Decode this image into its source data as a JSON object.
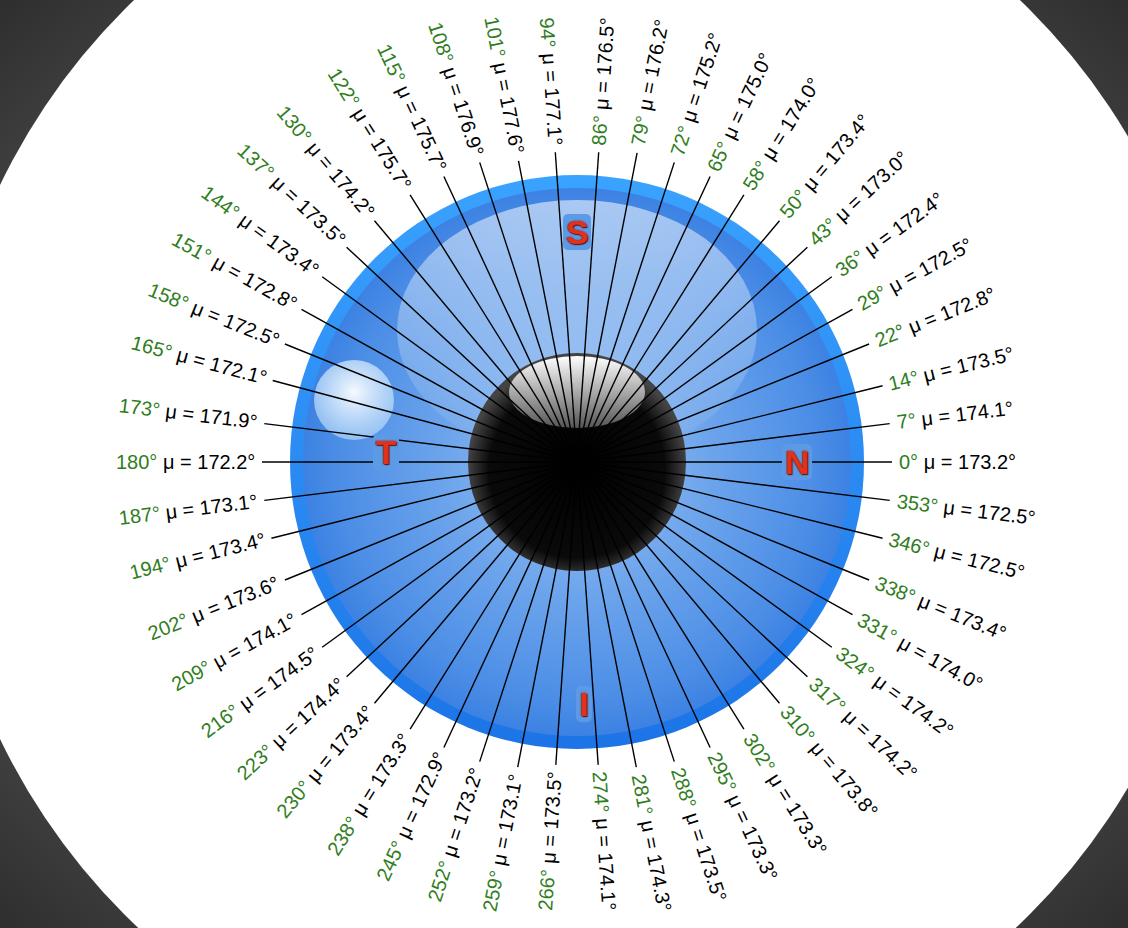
{
  "diagram": {
    "labels": [
      "S",
      "T",
      "N",
      "I",
      "0°",
      "μ = 173.2°",
      "7°",
      "μ = 174.1°",
      "14°",
      "μ = 173.5°",
      "22°",
      "μ = 172.8°",
      "29°",
      "μ = 172.5°",
      "36°",
      "μ = 172.4°",
      "43°",
      "μ = 173.0°",
      "50°",
      "μ = 173.4°",
      "58°",
      "μ = 174.0°",
      "65°",
      "μ = 175.0°",
      "72°",
      "μ = 175.2°",
      "79°",
      "μ = 176.2°",
      "86°",
      "μ = 176.5°",
      "94°",
      "μ = 177.1°",
      "101°",
      "μ = 177.6°",
      "108°",
      "μ = 176.9°",
      "115°",
      "μ = 175.7°",
      "122°",
      "μ = 175.7°",
      "130°",
      "μ = 174.2°",
      "137°",
      "μ = 173.5°",
      "144°",
      "μ = 173.4°",
      "151°",
      "μ = 172.8°",
      "158°",
      "μ = 172.5°",
      "165°",
      "μ = 172.1°",
      "173°",
      "μ = 171.9°",
      "180°",
      "μ = 172.2°",
      "187°",
      "μ = 173.1°",
      "194°",
      "μ = 173.4°",
      "202°",
      "μ = 173.6°",
      "209°",
      "μ = 174.1°",
      "216°",
      "μ = 174.5°",
      "223°",
      "μ = 174.4°",
      "230°",
      "μ = 173.4°",
      "238°",
      "μ = 173.3°",
      "245°",
      "μ = 172.9°",
      "252°",
      "μ = 173.2°",
      "259°",
      "μ = 173.1°",
      "266°",
      "μ = 173.5°",
      "274°",
      "μ = 174.1°",
      "281°",
      "μ = 174.3°",
      "288°",
      "μ = 173.5°",
      "295°",
      "μ = 173.3°",
      "302°",
      "μ = 173.3°",
      "310°",
      "μ = 173.8°",
      "317°",
      "μ = 174.2°",
      "324°",
      "μ = 174.2°",
      "331°",
      "μ = 174.0°",
      "338°",
      "μ = 173.4°",
      "346°",
      "μ = 172.5°",
      "353°",
      "μ = 172.5°"
    ]
  }
}
